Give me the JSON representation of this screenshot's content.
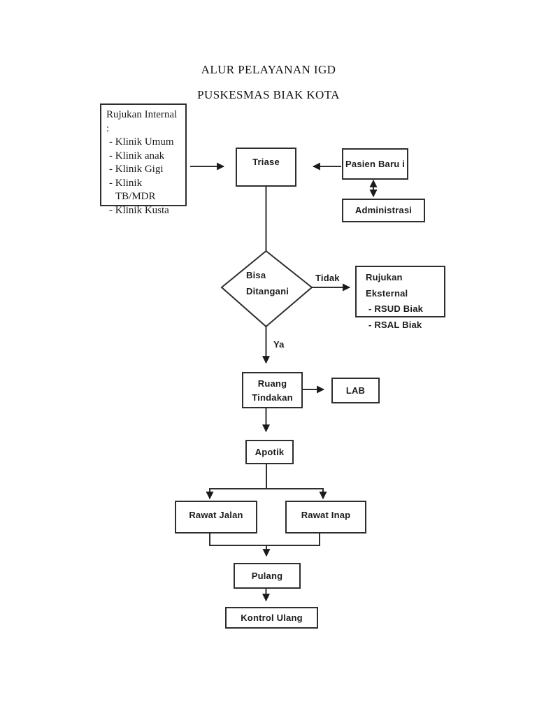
{
  "title": {
    "line1": "ALUR PELAYANAN IGD",
    "line2": "PUSKESMAS BIAK KOTA"
  },
  "nodes": {
    "rujukan_internal": {
      "title": "Rujukan Internal :",
      "items": [
        "- Klinik Umum",
        "- Klinik anak",
        "- Klinik Gigi",
        "- Klinik TB/MDR",
        "- Klinik Kusta"
      ]
    },
    "triase": {
      "label": "Triase"
    },
    "pasien_baru": {
      "label": "Pasien Baru i"
    },
    "administrasi": {
      "label": "Administrasi"
    },
    "bisa_ditangani": {
      "label": "Bisa Ditangani"
    },
    "rujukan_eksternal": {
      "title": "Rujukan Eksternal",
      "items": [
        "- RSUD Biak",
        "- RSAL Biak"
      ]
    },
    "ruang_tindakan": {
      "label": "Ruang Tindakan"
    },
    "lab": {
      "label": "LAB"
    },
    "apotik": {
      "label": "Apotik"
    },
    "rawat_jalan": {
      "label": "Rawat Jalan"
    },
    "rawat_inap": {
      "label": "Rawat Inap"
    },
    "pulang": {
      "label": "Pulang"
    },
    "kontrol_ulang": {
      "label": "Kontrol Ulang"
    }
  },
  "edge_labels": {
    "tidak": "Tidak",
    "ya": "Ya"
  },
  "colors": {
    "background": "#ffffff",
    "line": "#2f2f2f",
    "text": "#1c1c1c"
  }
}
